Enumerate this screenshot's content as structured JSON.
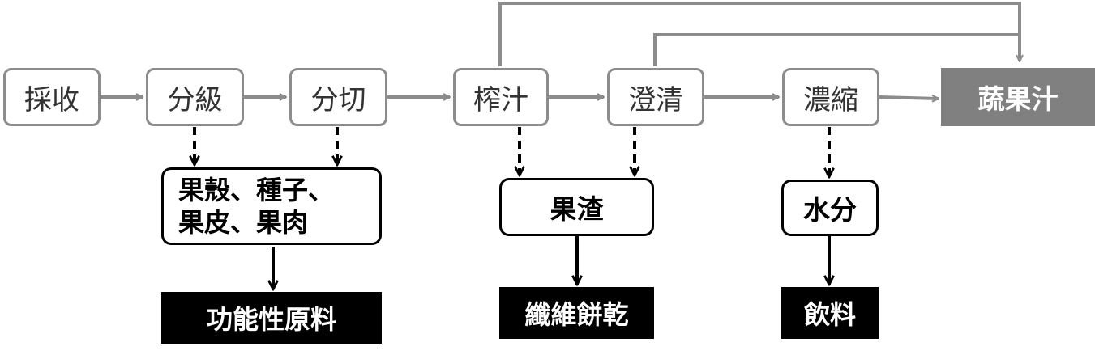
{
  "process": {
    "steps": [
      "採收",
      "分級",
      "分切",
      "榨汁",
      "澄清",
      "濃縮"
    ],
    "final_product": "蔬果汁"
  },
  "byproducts": [
    {
      "input": "果殼、種子、\n果皮、果肉",
      "output": "功能性原料"
    },
    {
      "input": "果渣",
      "output": "纖維餅乾"
    },
    {
      "input": "水分",
      "output": "飲料"
    }
  ],
  "colors": {
    "process_border": "#8c8c8c",
    "main_arrow": "#8c8c8c",
    "final_fill": "#808080",
    "product_fill": "#000000",
    "byproduct_arrow": "#000000"
  }
}
